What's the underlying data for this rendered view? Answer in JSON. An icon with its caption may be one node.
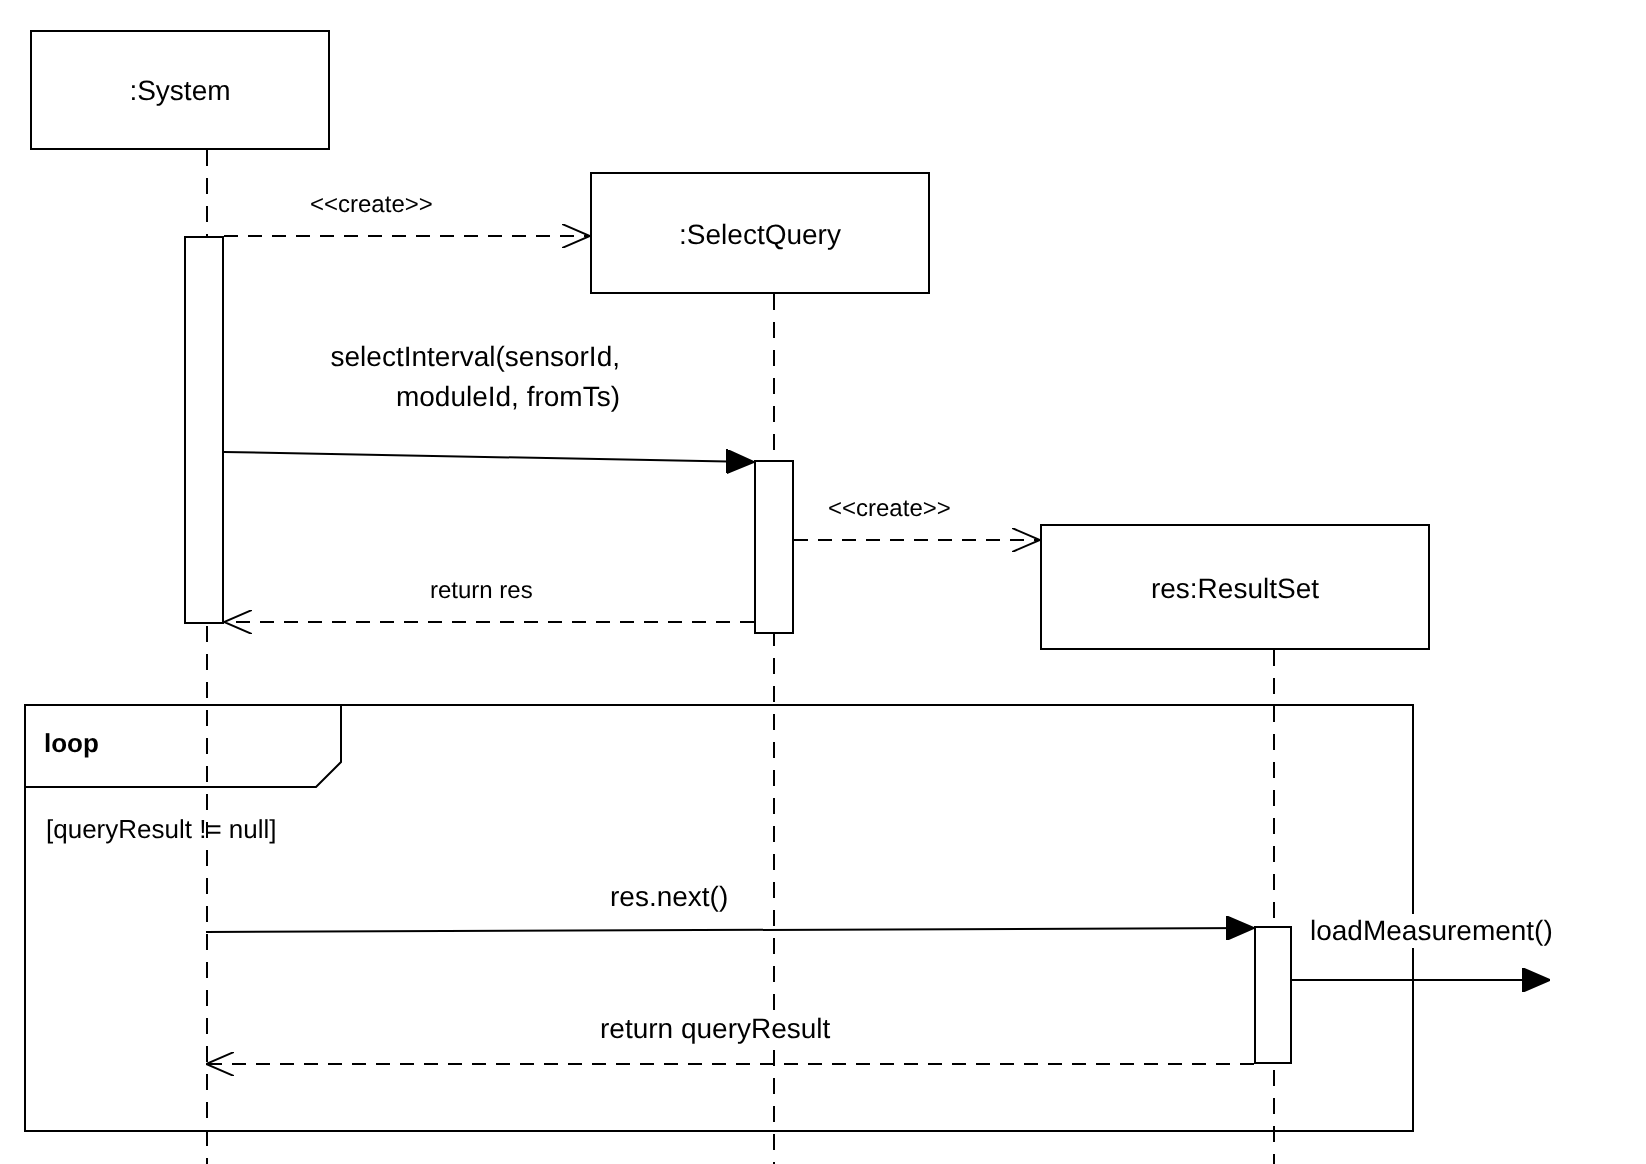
{
  "diagram": {
    "nodes": [
      {
        "text": [
          ":System"
        ]
      },
      {
        "text": [
          ":SelectQuery"
        ]
      },
      {
        "text": [
          "res:ResultSet"
        ]
      },
      {
        "text": [
          "loop",
          "[queryResult != null]"
        ]
      },
      {
        "text": [],
        "shape": "bar"
      },
      {
        "text": [],
        "shape": "bar"
      },
      {
        "text": [],
        "shape": "bar",
        "in": 3
      },
      {
        "text": [],
        "shape": "line"
      }
    ],
    "edges": [
      {
        "from": 4,
        "to": 1,
        "arrow": "to",
        "label": "<<create>>",
        "style": "dashed"
      },
      {
        "from": 4,
        "to": 5,
        "arrow": "to",
        "label": "selectInterval(sensorId, moduleId, fromTs)"
      },
      {
        "from": 5,
        "to": 2,
        "arrow": "to",
        "label": "<<create>>",
        "style": "dashed"
      },
      {
        "from": 5,
        "to": 4,
        "arrow": "to",
        "label": "return res",
        "style": "dashed"
      },
      {
        "from": 7,
        "to": 6,
        "arrow": "to",
        "label": "res.next()"
      },
      {
        "from": 6,
        "to": null,
        "arrow": "to",
        "label": "loadMeasurement()"
      },
      {
        "from": 6,
        "to": 7,
        "arrow": "to",
        "label": "return queryResult",
        "style": "dashed"
      }
    ]
  }
}
